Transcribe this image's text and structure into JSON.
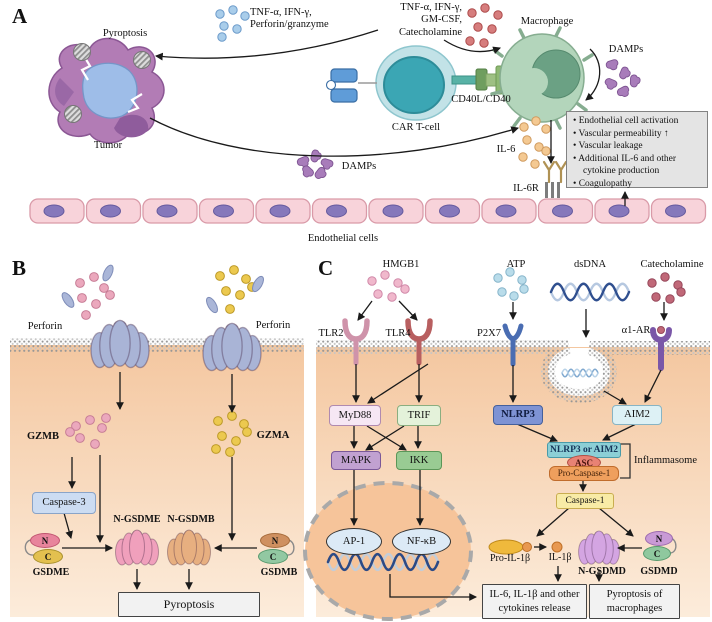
{
  "panel_a": {
    "label": "A",
    "pyroptosis_label": "Pyroptosis",
    "tumor_label": "Tumor",
    "cytokines_left_1": "TNF-α, IFN-γ,",
    "cytokines_left_2": "Perforin/granzyme",
    "cytokines_right_1": "TNF-α, IFN-γ,",
    "cytokines_right_2": "GM-CSF,",
    "cytokines_right_3": "Catecholamine",
    "macrophage_label": "Macrophage",
    "damps_upper_label": "DAMPs",
    "damps_lower_label": "DAMPs",
    "car_t_label": "CAR T-cell",
    "cd40_label": "CD40L/CD40",
    "il6_label": "IL-6",
    "il6r_label": "IL-6R",
    "endothelial_label": "Endothelial cells",
    "effects": [
      "Endothelial cell activation",
      "Vascular permeability ↑",
      "Vascular leakage",
      "Additional IL-6 and other cytokine production",
      "Coagulopathy"
    ]
  },
  "panel_b": {
    "label": "B",
    "perforin_left_label": "Perforin",
    "perforin_right_label": "Perforin",
    "gzmb_label": "GZMB",
    "gzma_label": "GZMA",
    "caspase3_label": "Caspase-3",
    "n_gsdme_label": "N-GSDME",
    "n_gsdmb_label": "N-GSDMB",
    "gsdme_label": "GSDME",
    "gsdmb_label": "GSDMB",
    "pyroptosis_label": "Pyroptosis",
    "n": "N",
    "c": "C"
  },
  "panel_c": {
    "label": "C",
    "hmgb1_label": "HMGB1",
    "atp_label": "ATP",
    "dsdna_label": "dsDNA",
    "catecholamine_label": "Catecholamine",
    "tlr2_label": "TLR2",
    "tlr4_label": "TLR4",
    "p2x7_label": "P2X7",
    "a1ar_label": "α1-AR",
    "myd88_label": "MyD88",
    "trif_label": "TRIF",
    "nlrp3_label": "NLRP3",
    "aim2_label": "AIM2",
    "mapk_label": "MAPK",
    "ikk_label": "IKK",
    "nlrp3_or_aim2_label": "NLRP3 or AIM2",
    "asc_label": "ASC",
    "pro_caspase1_label": "Pro-Caspase-1",
    "inflammasome_label": "Inflammasome",
    "caspase1_label": "Caspase-1",
    "ap1_label": "AP-1",
    "nfkb_label": "NF-κB",
    "pro_il1b_label": "Pro-IL-1β",
    "il1b_label": "IL-1β",
    "n_gsdmd_label": "N-GSDMD",
    "gsdmd_label": "GSDMD",
    "release_box_1": "IL-6, IL-1β and other",
    "release_box_2": "cytokines release",
    "pyroptosis_box_1": "Pyroptosis of",
    "pyroptosis_box_2": "macrophages",
    "n": "N",
    "c": "C"
  },
  "colors": {
    "tumor_purple": "#b27cb5",
    "car_t_teal": "#3ba6b4",
    "macrophage_green": "#b3d5bb",
    "endothelial_pink": "#f8d3da",
    "cytoplasm_peach": "#f4c9a4",
    "nucleus_orange": "#f6c49a",
    "membrane_gray": "#9a9a9a"
  }
}
